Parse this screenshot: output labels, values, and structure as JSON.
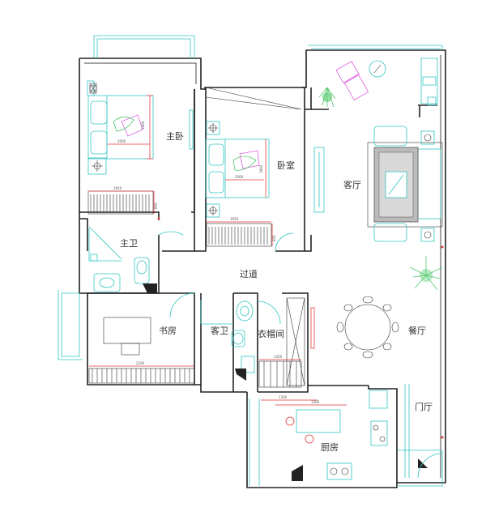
{
  "rooms": {
    "master_bedroom": "主卧",
    "bedroom": "卧室",
    "living_room": "客厅",
    "master_bath": "主卫",
    "corridor": "过道",
    "study": "书房",
    "guest_bath": "客卫",
    "cloakroom": "衣帽间",
    "dining_room": "餐厅",
    "kitchen": "厨房",
    "entrance": "门厅"
  },
  "dimensions": {
    "master_bed_w": "2000",
    "master_bed_h": "1800",
    "master_ward_w": "1950",
    "master_ward_h": "600",
    "bed2_w": "2000",
    "bed2_h": "1800",
    "bed2_ward_w": "1950",
    "bed2_ward_h": "600",
    "study_desk": "2200",
    "cloak_w": "1450",
    "kitchen_a": "1300",
    "kitchen_b": "1300"
  },
  "colors": {
    "wall": "#222222",
    "furniture": "#31c6c3",
    "plant": "#4fc86a",
    "dimension": "#e23a3a",
    "pillow": "#e05fe0"
  }
}
